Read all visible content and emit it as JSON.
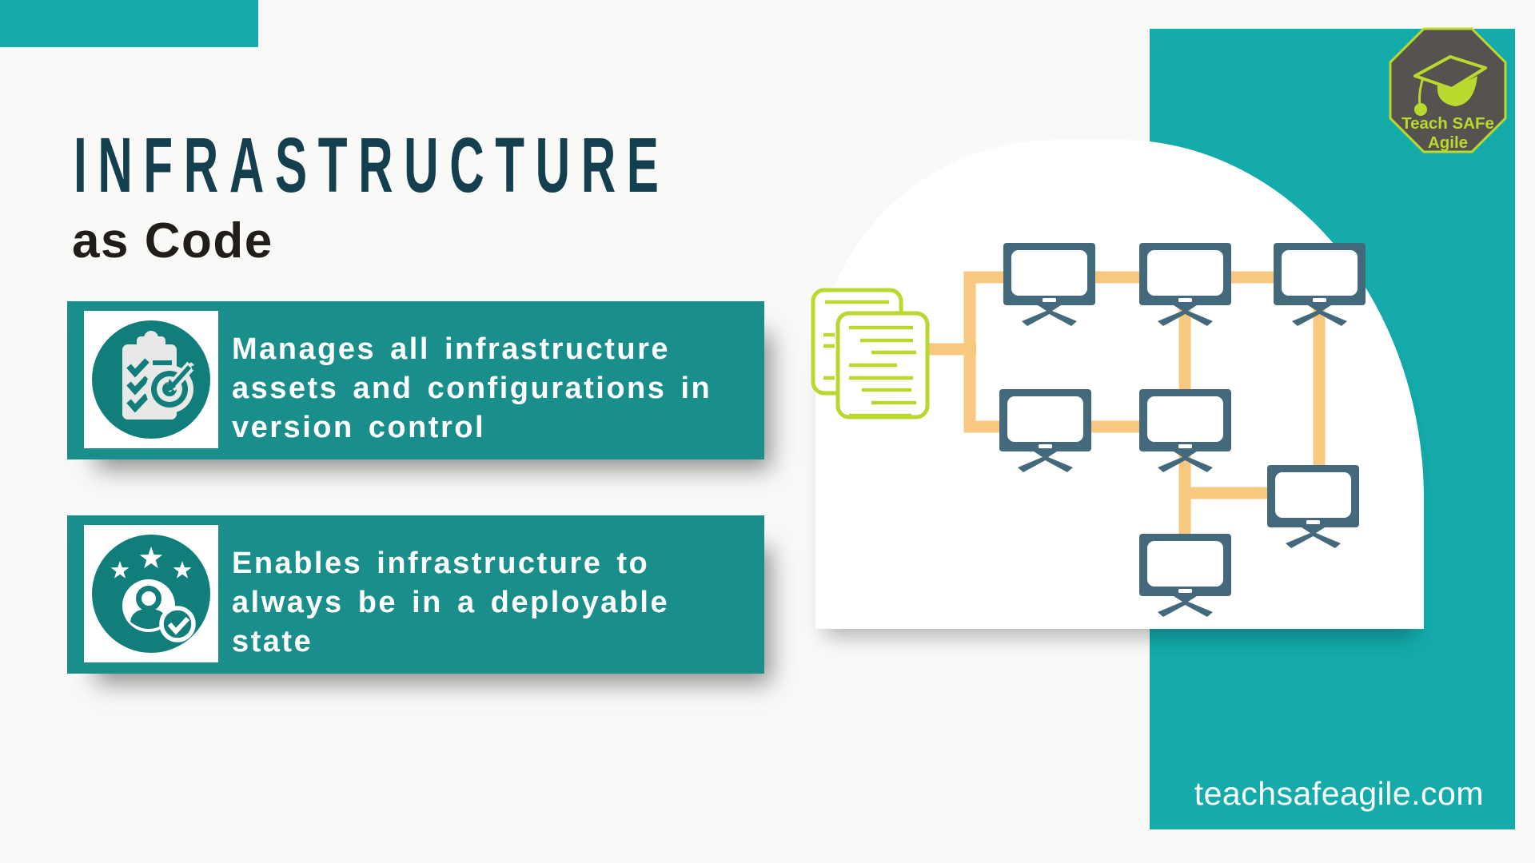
{
  "slide": {
    "title_line1": "INFRASTRUCTURE",
    "title_line2": "as Code"
  },
  "cards": [
    {
      "icon": "clipboard-checklist-target-icon",
      "lines": [
        "Manages all infrastructure",
        "assets and configurations in",
        "version control"
      ]
    },
    {
      "icon": "user-rating-stars-check-icon",
      "lines": [
        "Enables infrastructure to",
        "always be in a deployable",
        "state"
      ]
    }
  ],
  "illustration": {
    "name": "infrastructure-network-diagram",
    "computer_count": 7,
    "document_count": 2
  },
  "logo": {
    "icon": "graduation-cap-icon",
    "line1": "Teach SAFe",
    "line2": "Agile"
  },
  "footer": {
    "website": "teachsafeagile.com"
  },
  "colors": {
    "teal_bright": "#14abaa",
    "teal_card": "#1a8e8b",
    "teal_deep": "#117e7b",
    "title_navy": "#143f4e",
    "text_black": "#211d1b",
    "lime": "#b9d92e",
    "orange": "#f8c880",
    "slate": "#45697c",
    "octagon_gray": "#565250",
    "card_icon_gray": "#e8e9e6"
  }
}
